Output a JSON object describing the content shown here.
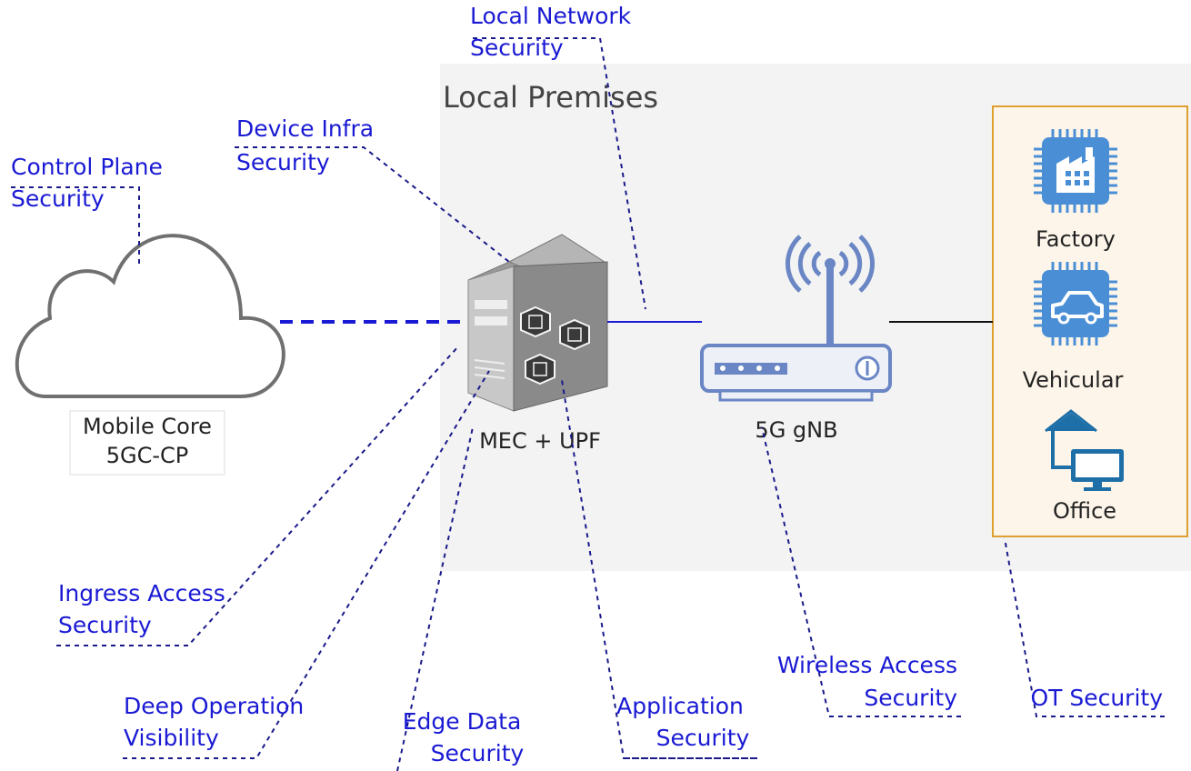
{
  "premises": {
    "title": "Local Premises"
  },
  "cloud": {
    "line1": "Mobile Core",
    "line2": "5GC-CP"
  },
  "server": {
    "label": "MEC + UPF"
  },
  "router": {
    "label": "5G gNB"
  },
  "devices": [
    {
      "label": "Factory",
      "icon": "factory-chip-icon"
    },
    {
      "label": "Vehicular",
      "icon": "vehicle-chip-icon"
    },
    {
      "label": "Office",
      "icon": "office-computer-icon"
    }
  ],
  "security_labels": {
    "local_network": [
      "Local Network",
      "Security"
    ],
    "device_infra": [
      "Device Infra",
      "Security"
    ],
    "control_plane": [
      "Control Plane",
      "Security"
    ],
    "ingress_access": [
      "Ingress Access",
      "Security"
    ],
    "deep_operation": [
      "Deep Operation",
      "Visibility"
    ],
    "edge_data": [
      "Edge Data",
      "Security"
    ],
    "application": [
      "Application",
      "Security"
    ],
    "wireless_access": [
      "Wireless Access",
      "Security"
    ],
    "ot": [
      "OT Security"
    ]
  },
  "colors": {
    "label_blue": "#1a1ad4",
    "device_blue": "#4a8fd6",
    "ot_border": "#e0a030",
    "premises_bg": "#f3f3f3"
  }
}
